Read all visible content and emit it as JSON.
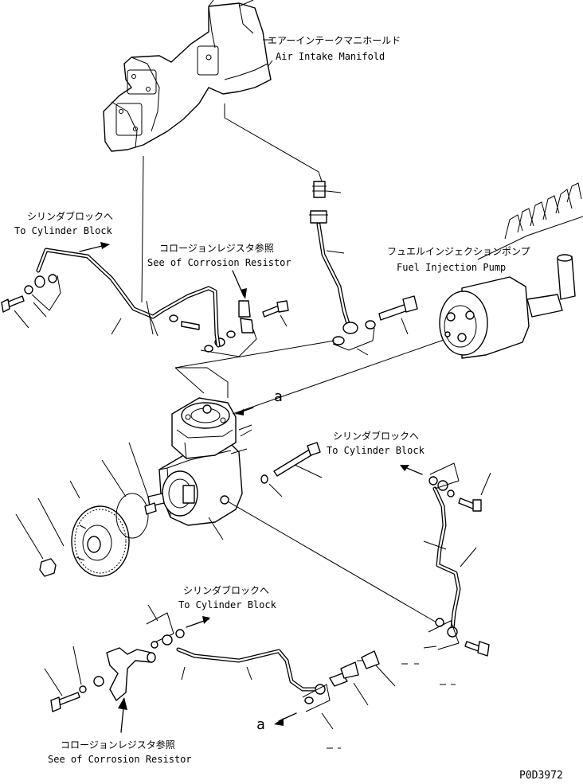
{
  "labels": {
    "manifold_jp": "エアーインテークマニホールド",
    "manifold_en": "Air Intake Manifold",
    "cyl_block_jp": "シリンダブロックへ",
    "cyl_block_en": "To Cylinder Block",
    "corrosion_jp": "コロージョンレジスタ参照",
    "corrosion_en": "See of Corrosion Resistor",
    "fuel_pump_jp": "フュエルインジェクションポンプ",
    "fuel_pump_en": "Fuel Injection Pump",
    "ref_a": "a",
    "drawing_number": "P0D3972"
  },
  "icons": [
    "air-compressor-icon",
    "gear-icon",
    "o-ring-icon",
    "bolt-icon",
    "washer-icon",
    "nut-icon",
    "tube-icon",
    "fitting-icon",
    "manifold-icon",
    "injection-pump-icon"
  ]
}
